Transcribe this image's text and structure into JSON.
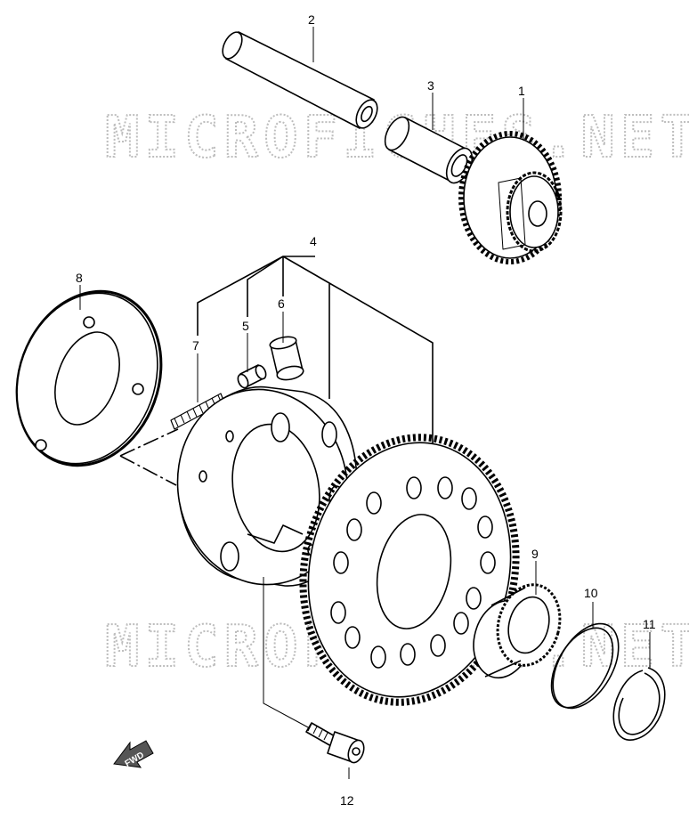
{
  "watermark": {
    "text": "MICROFICHES.NET"
  },
  "fwd_label": "FWD",
  "parts": [
    {
      "no": "1",
      "part": "starter-idle-gear"
    },
    {
      "no": "2",
      "part": "shaft"
    },
    {
      "no": "3",
      "part": "bushing"
    },
    {
      "no": "4",
      "part": "starter-clutch-assembly"
    },
    {
      "no": "5",
      "part": "roller"
    },
    {
      "no": "6",
      "part": "cap"
    },
    {
      "no": "7",
      "part": "spring"
    },
    {
      "no": "8",
      "part": "plate"
    },
    {
      "no": "9",
      "part": "needle-bearing"
    },
    {
      "no": "10",
      "part": "washer"
    },
    {
      "no": "11",
      "part": "circlip"
    },
    {
      "no": "12",
      "part": "bolt"
    }
  ]
}
